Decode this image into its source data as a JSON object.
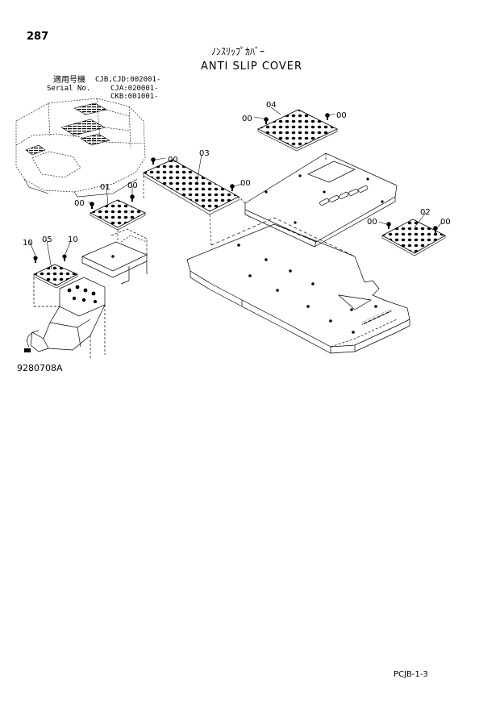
{
  "page_number": "287",
  "title_jp": "ﾉﾝｽﾘｯﾌﾟｶﾊﾞｰ",
  "title_en": "ANTI SLIP COVER",
  "serial": {
    "label_jp": "適用号機",
    "label_en": "Serial No.",
    "line1": "CJB,CJD:002001-",
    "line2": "CJA:020001-",
    "line3": "CKB:001001-"
  },
  "drawing_number": "9280708A",
  "footer_code": "PCJB-1-3",
  "callouts": {
    "c04": "04",
    "c00_a": "00",
    "c00_b": "00",
    "c03": "03",
    "c00_c": "00",
    "c00_d": "00",
    "c01": "01",
    "c00_e": "00",
    "c00_f": "00",
    "c02": "02",
    "c00_g": "00",
    "c00_h": "00",
    "c10_a": "10",
    "c05": "05",
    "c10_b": "10"
  }
}
